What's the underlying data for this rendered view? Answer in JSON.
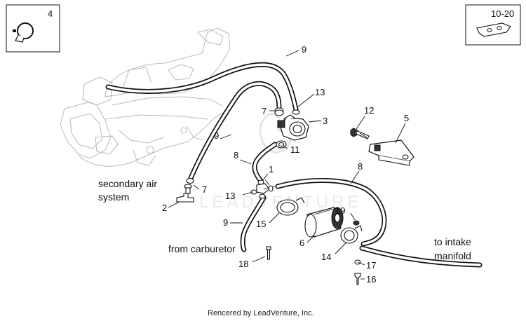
{
  "inset_boxes": [
    {
      "label": "4",
      "icon": "hose-clamp-icon"
    },
    {
      "label": "10-20",
      "icon": "bracket-icon"
    }
  ],
  "callouts": [
    "9",
    "7",
    "13",
    "3",
    "12",
    "5",
    "9",
    "8",
    "11",
    "1",
    "8",
    "7",
    "13",
    "2",
    "15",
    "19",
    "9",
    "6",
    "14",
    "17",
    "18",
    "16"
  ],
  "annotations": {
    "secondary_air": [
      "secondary air",
      "system"
    ],
    "from_carburetor": "from carburetor",
    "to_intake": [
      "to intake",
      "manifold"
    ]
  },
  "watermark": "LEADVENTURE",
  "footer": "Rencered by LeadVenture, Inc."
}
